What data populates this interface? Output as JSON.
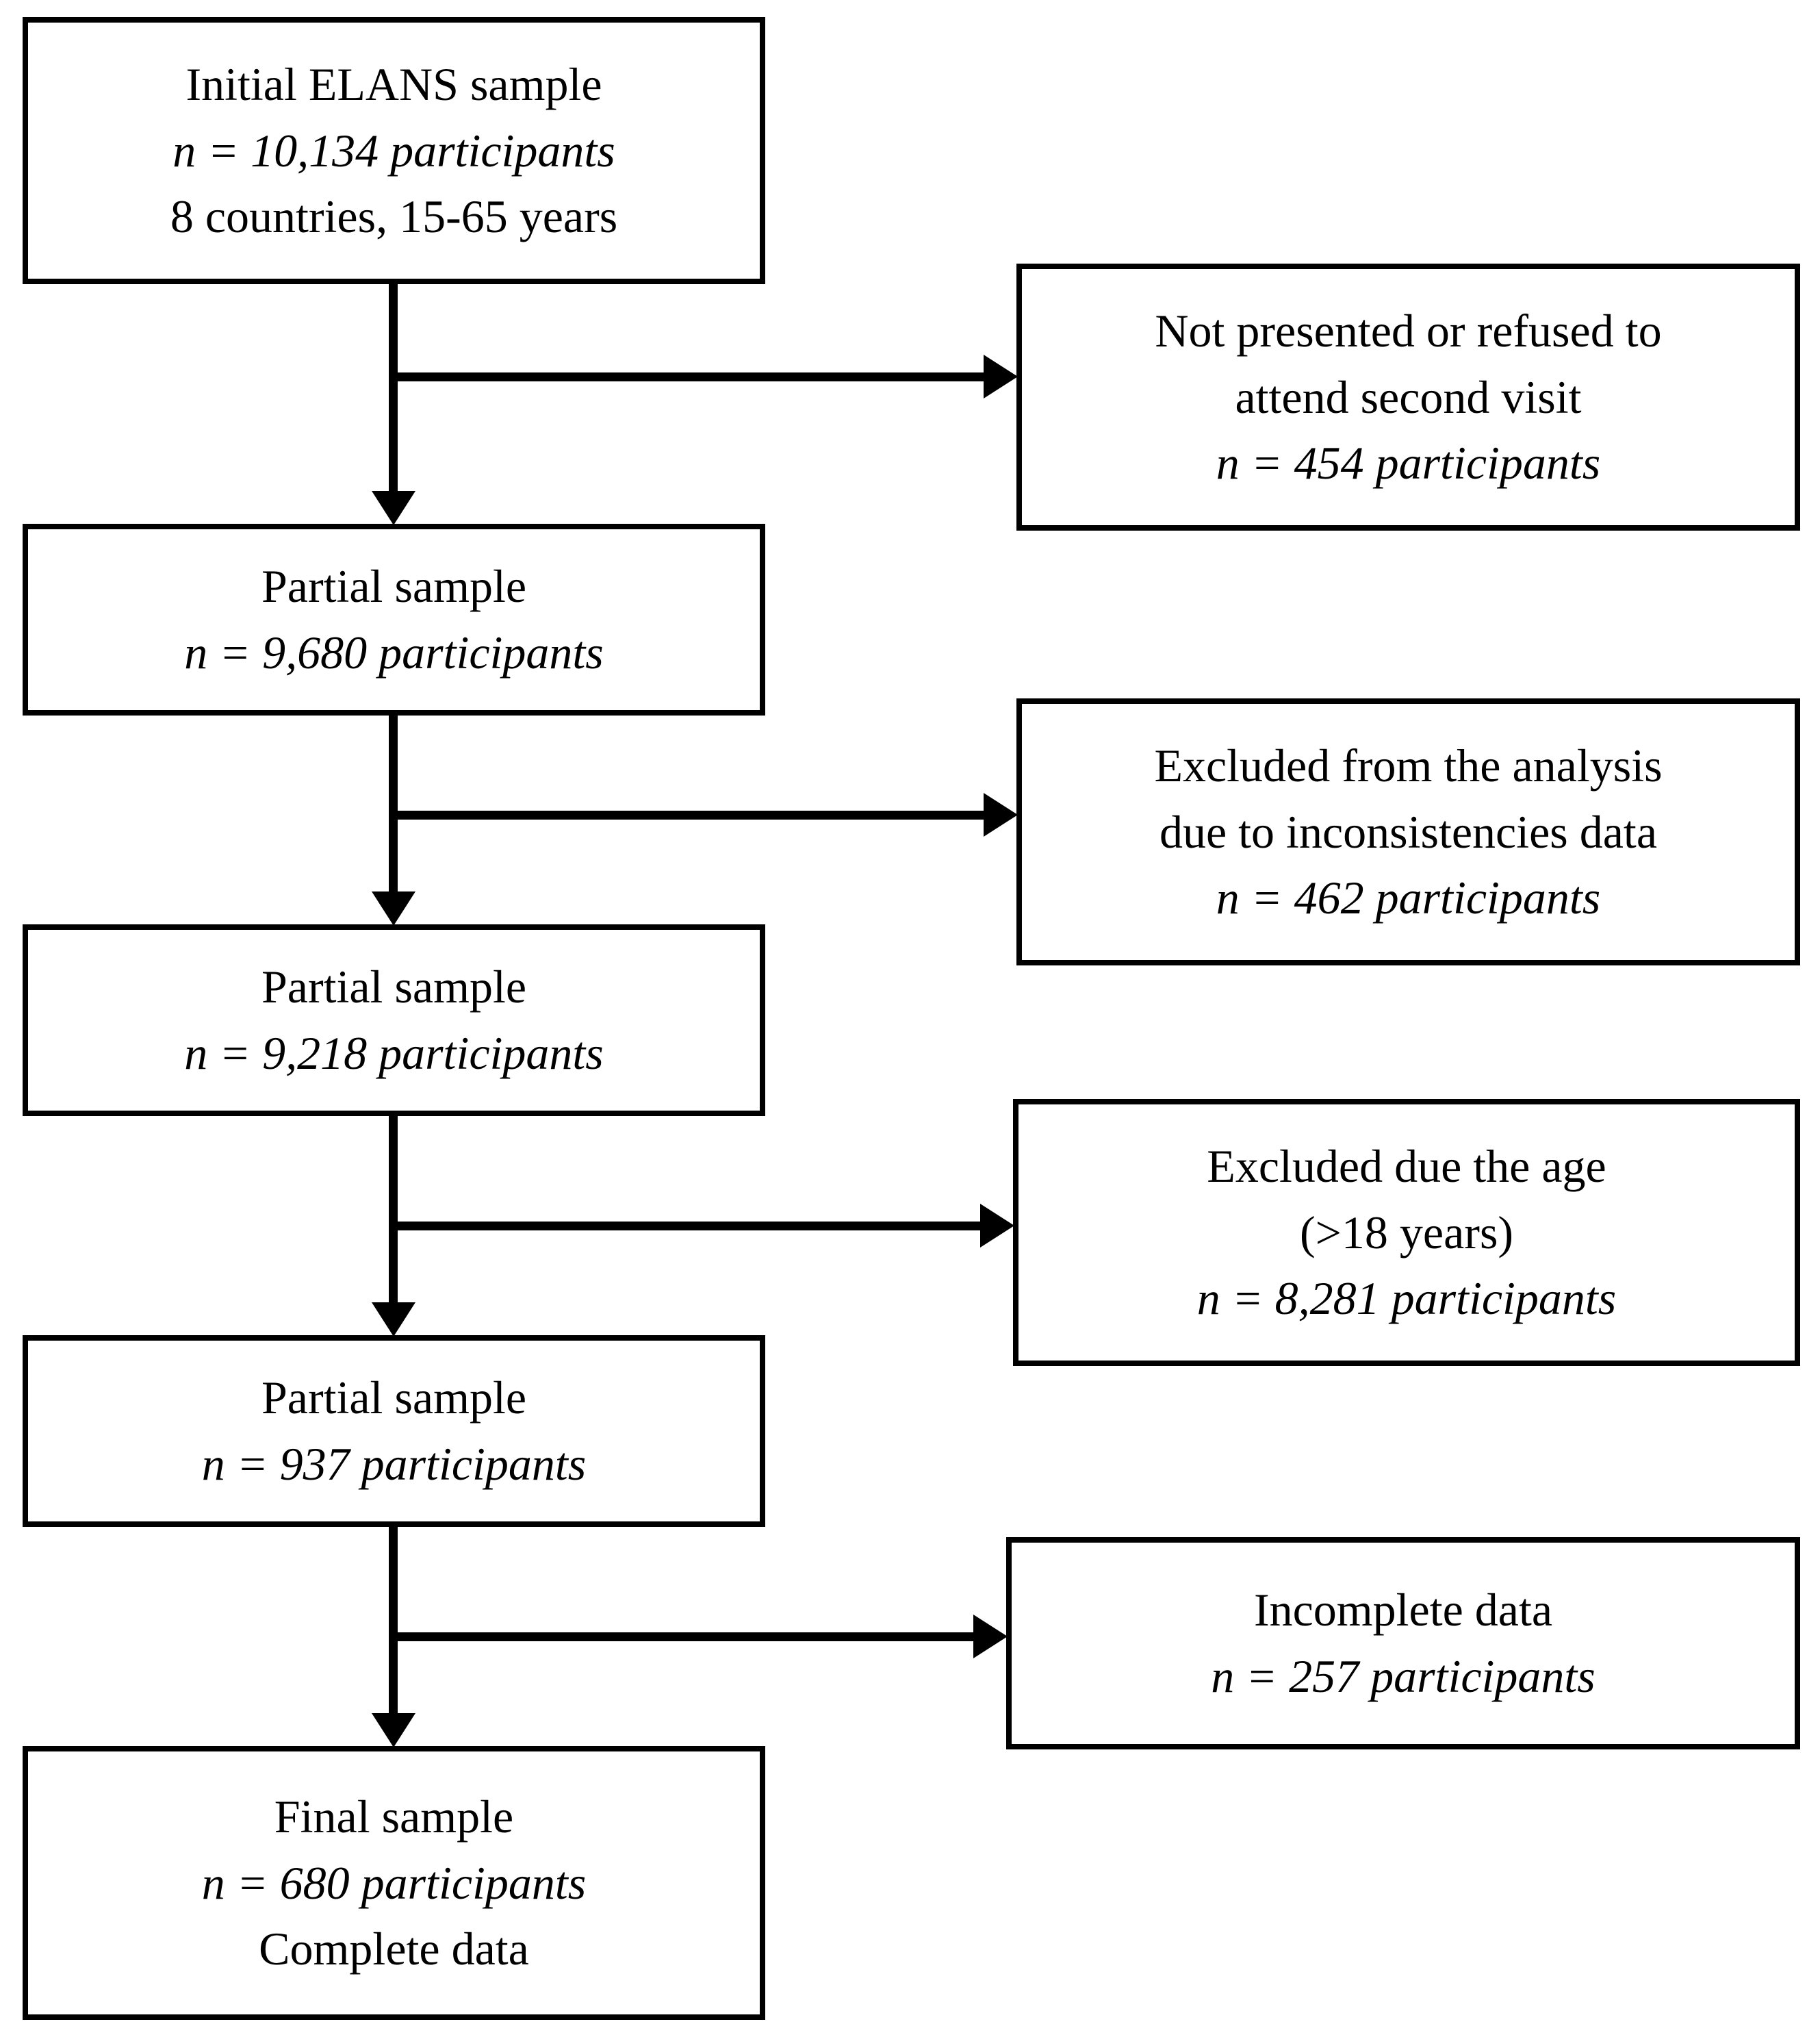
{
  "flow": {
    "initial": {
      "title": "Initial ELANS sample",
      "n": "n = 10,134 participants",
      "sub": "8 countries, 15-65 years"
    },
    "excl1": {
      "line1": "Not presented or refused to",
      "line2": "attend second visit",
      "n": "n = 454 participants"
    },
    "partial1": {
      "title": "Partial sample",
      "n": "n = 9,680 participants"
    },
    "excl2": {
      "line1": "Excluded from the analysis",
      "line2": "due to inconsistencies data",
      "n": "n = 462 participants"
    },
    "partial2": {
      "title": "Partial sample",
      "n": "n = 9,218 participants"
    },
    "excl3": {
      "line1": "Excluded due the age",
      "line2": "(>18 years)",
      "n": "n = 8,281 participants"
    },
    "partial3": {
      "title": "Partial sample",
      "n": "n = 937 participants"
    },
    "excl4": {
      "line1": "Incomplete data",
      "n": "n = 257 participants"
    },
    "final": {
      "title": "Final sample",
      "n": "n = 680 participants",
      "sub": "Complete data"
    }
  },
  "colors": {
    "box_border": "#000000",
    "background": "#ffffff",
    "text": "#000000"
  }
}
